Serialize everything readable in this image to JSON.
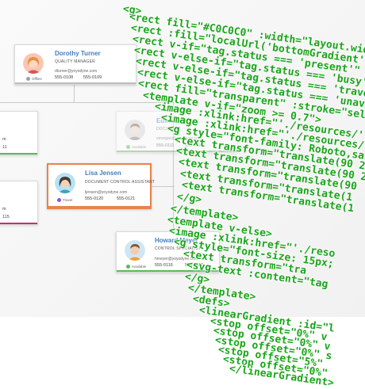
{
  "cards": {
    "dorothy": {
      "name": "Dorothy Turner",
      "role": "QUALITY MANAGER",
      "email": "dturner@yoyodyne.com",
      "phone1": "555-0108",
      "phone2": "555-0109",
      "status": "Offline",
      "accent": "#bdbdbd"
    },
    "edward": {
      "name": "Edward C",
      "role": "DOCUMENT",
      "email": "emorgan@yoyodyne.com",
      "phone1": "555-0111",
      "phone2": "555-011",
      "status": "Available",
      "accent": "#5cb85c"
    },
    "lisa": {
      "name": "Lisa Jensen",
      "role": "DOCUMENT CONTROL ASSISTANT",
      "email": "ljensen@yoyodyne.com",
      "phone1": "555-0120",
      "phone2": "555-0121",
      "status": "Travel",
      "accent": "#e8834b"
    },
    "howard": {
      "name": "Howard Meyer",
      "role": "CONTROL SPECIALIST",
      "email": "hmeyer@yoyodyne.com",
      "phone1": "555-0116",
      "phone2": "555-0117",
      "status": "Available",
      "accent": "#5cb85c"
    }
  },
  "partial_cards": {
    "left_top": {
      "email_fragment": "m",
      "phone_fragment": "11",
      "accent": "#5cb85c"
    },
    "left_bottom": {
      "email_fragment": "m",
      "phone_fragment": "115",
      "accent": "#c0346b"
    }
  },
  "status_colors": {
    "offline": "#9e9e9e",
    "available": "#5cb85c",
    "travel": "#8e55c8"
  },
  "name_color": "#3f7fbf",
  "code_lines": [
    "<g>",
    "<rect fill=\"#C0C0C0\" :width=\"layout.width\"",
    "<rect :fill=\"localUrl('bottomGradient')\"",
    "<rect v-if=\"tag.status === 'present'\" :wi",
    "<rect v-else-if=\"tag.status === 'busy'\"",
    "<rect v-else-if=\"tag.status === 'travel'",
    "<rect v-else-if=\"tag.status === 'unavail",
    "<rect fill=\"transparent\" :stroke=\"selec",
    "<template v-if=\"zoom >= 0.7\">",
    "<image :xlink:href=\"'./resources/'",
    "<image :xlink:href=\"'./resources/'",
    "<g style=\"font-family: Roboto,sans",
    "<text transform=\"translate(90 2",
    "<text transform=\"translate(90 2",
    "<text transform=\"translate(90",
    "<text transform=\"translate(1",
    "<text transform=\"translate(1",
    "</g>",
    "</template>",
    "<template v-else>",
    "<image :xlink:href=\"'./reso",
    "<g style=\"font-size: 15px;",
    "<text transform=\"tra",
    "<svg-text :content=\"tag",
    "</g>",
    "</template>",
    "<defs>",
    "<linearGradient :id=\"l",
    "<stop offset=\"0%\" v",
    "<stop offset=\"0%\" v",
    "<stop offset=\"0%\" s",
    "<stop offset=\"5%\"",
    "<stop offset=\"0%\"",
    "</linearGradient>"
  ]
}
